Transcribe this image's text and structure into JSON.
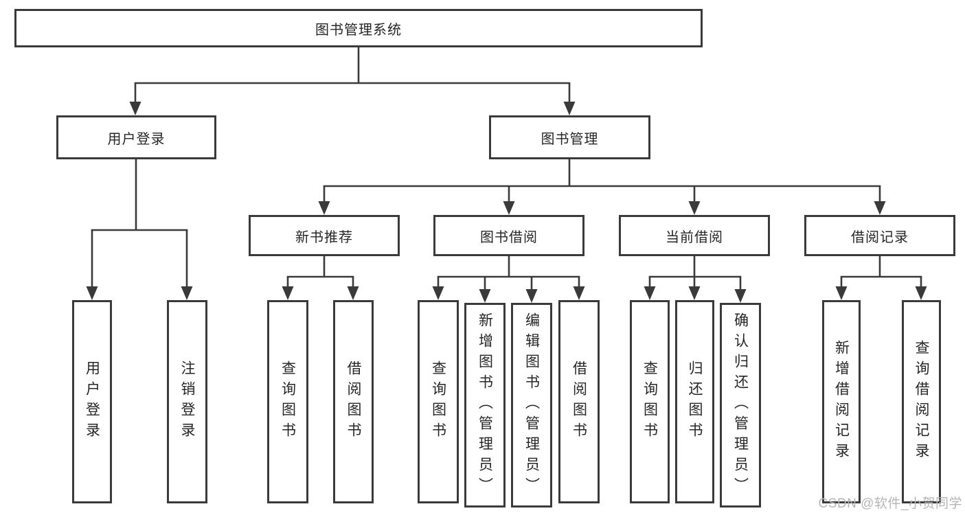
{
  "diagram": {
    "title_node": {
      "label": "图书管理系统"
    },
    "level2": [
      {
        "label": "用户登录"
      },
      {
        "label": "图书管理"
      }
    ],
    "level3": [
      {
        "label": "新书推荐"
      },
      {
        "label": "图书借阅"
      },
      {
        "label": "当前借阅"
      },
      {
        "label": "借阅记录"
      }
    ],
    "leaves": [
      {
        "label": "用户登录"
      },
      {
        "label": "注销登录"
      },
      {
        "label": "查询图书"
      },
      {
        "label": "借阅图书"
      },
      {
        "label": "查询图书"
      },
      {
        "label": "新增图书（管理员）"
      },
      {
        "label": "编辑图书（管理员）"
      },
      {
        "label": "借阅图书"
      },
      {
        "label": "查询图书"
      },
      {
        "label": "归还图书"
      },
      {
        "label": "确认归还（管理员）"
      },
      {
        "label": "新增借阅记录"
      },
      {
        "label": "查询借阅记录"
      }
    ]
  },
  "watermark": {
    "text": "CSDN @软件_小贺同学"
  },
  "colors": {
    "line": "#3a3a3a",
    "text": "#262626",
    "watermark": "#b5b5b5",
    "background": "#ffffff"
  }
}
